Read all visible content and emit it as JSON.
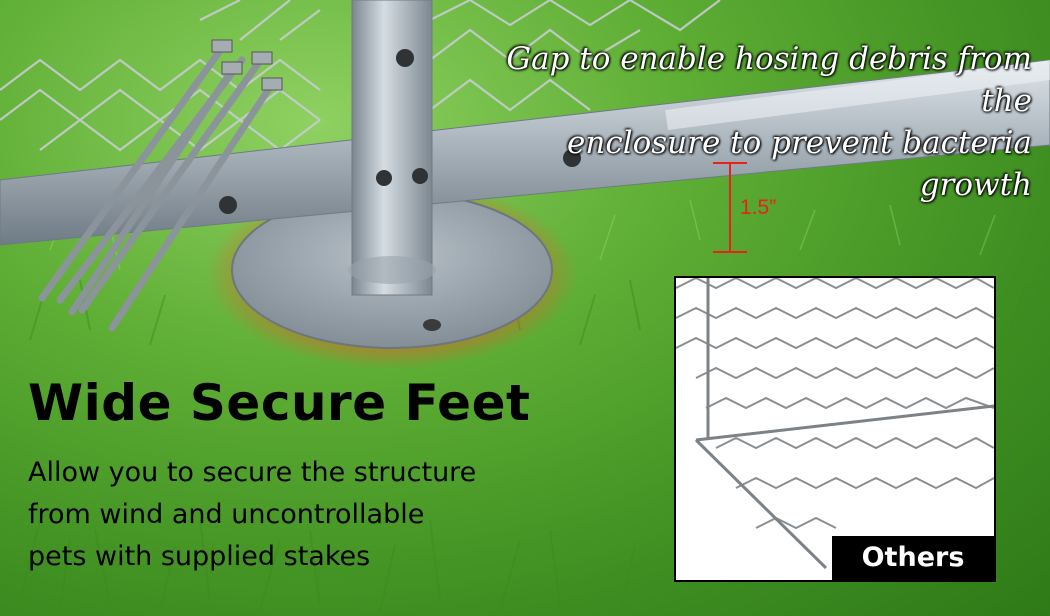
{
  "callout": {
    "line1": "Gap to enable hosing debris from the",
    "line2": "enclosure to prevent bacteria growth"
  },
  "gap_measure": "1.5”",
  "headline": "Wide Secure Feet",
  "description": {
    "line1": "Allow you to secure the structure",
    "line2": "from wind and uncontrollable",
    "line3": "pets with supplied stakes"
  },
  "comparison": {
    "label": "Others"
  },
  "colors": {
    "accent_red": "#e8211a",
    "glow": "#e0622a",
    "grass": "#5fae35",
    "metal": "#b9c3cb"
  }
}
